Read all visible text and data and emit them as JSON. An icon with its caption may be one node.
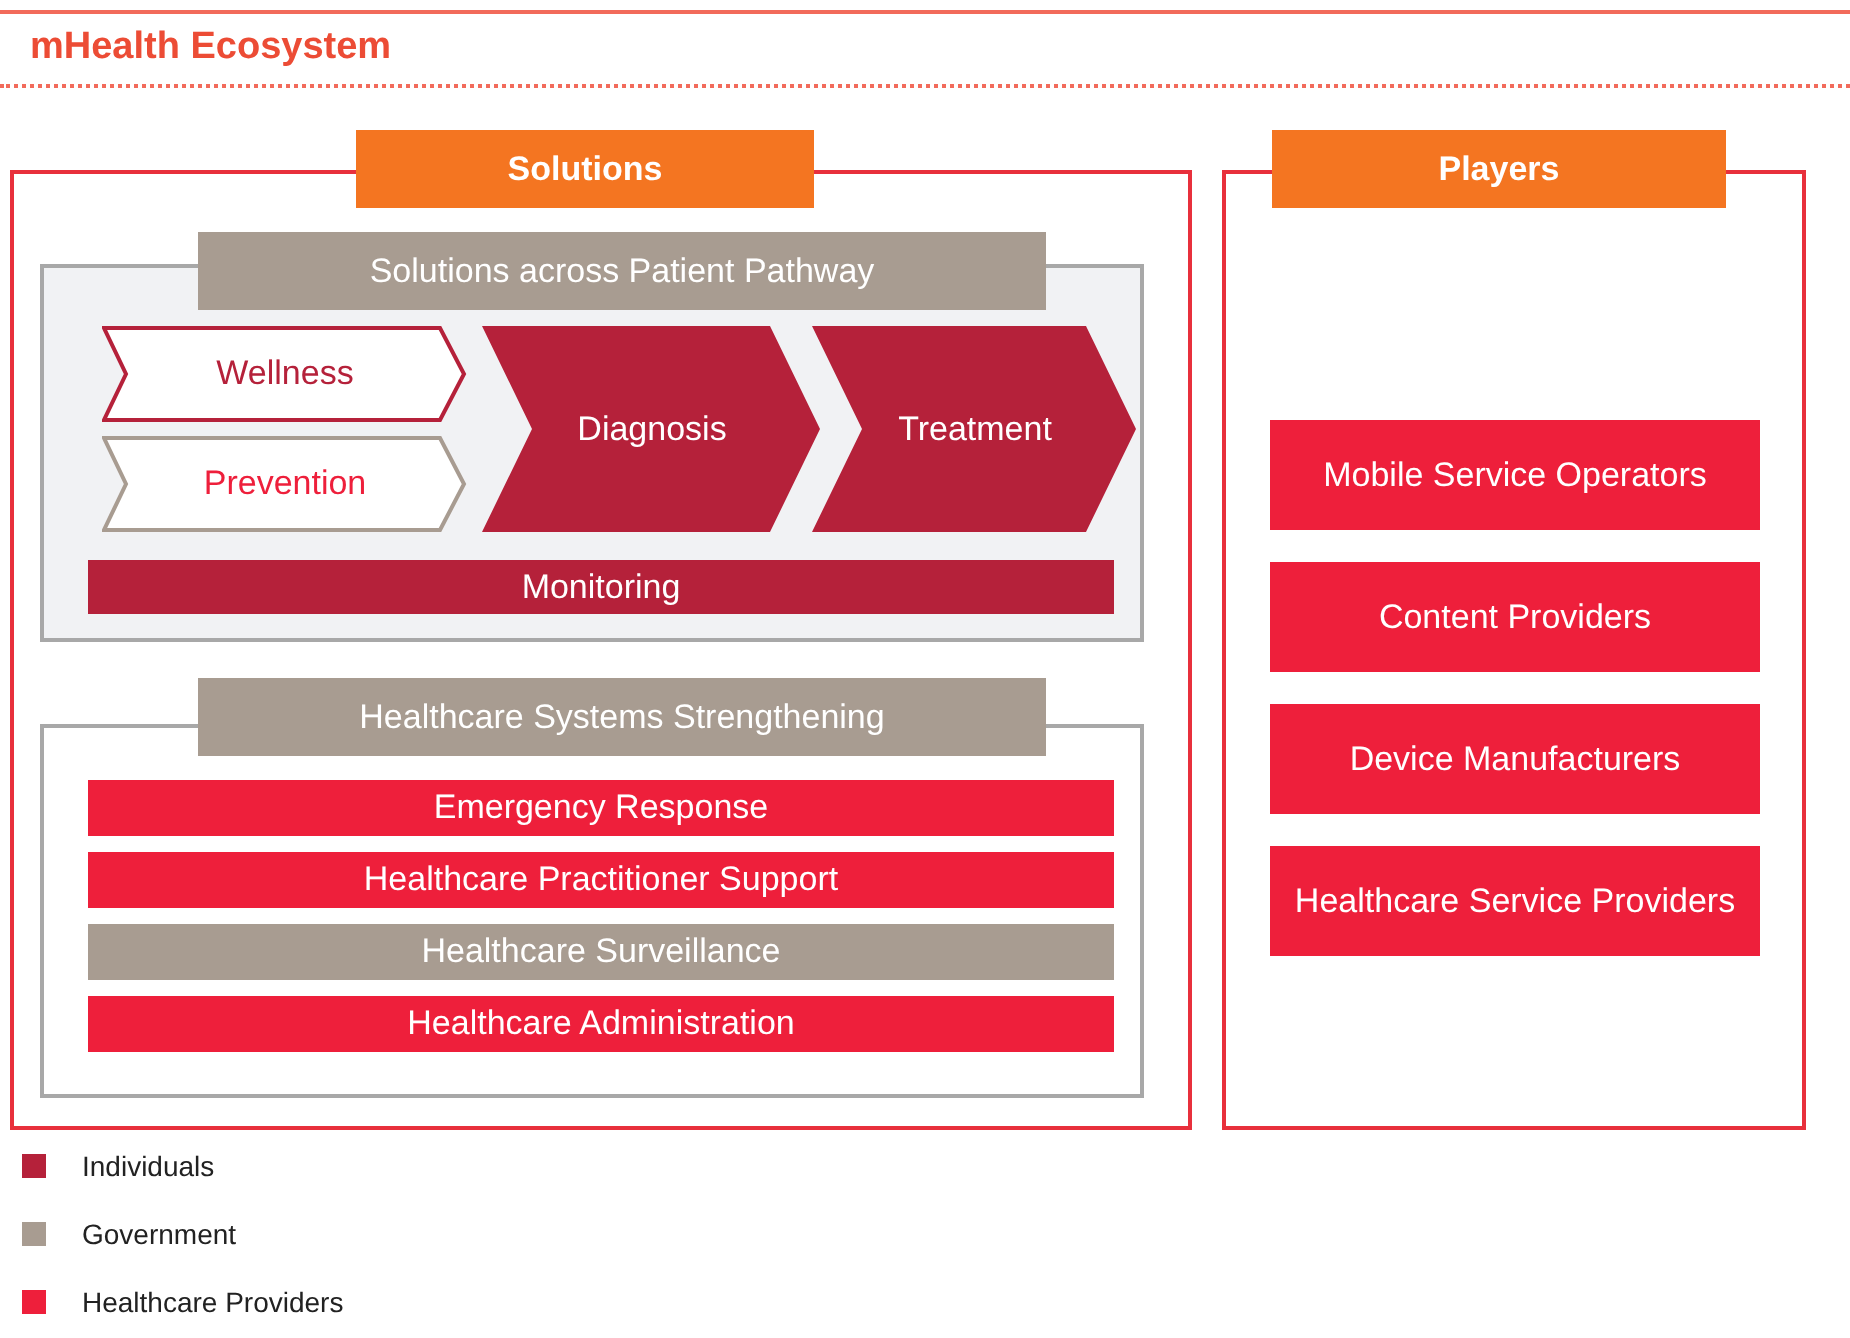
{
  "diagram": {
    "title": "mHealth Ecosystem",
    "nodes": [
      {
        "text": [
          "Solutions"
        ]
      },
      {
        "text": [
          "Solutions across Patient Pathway"
        ],
        "in": 0
      },
      {
        "text": [
          "Wellness"
        ],
        "in": 1
      },
      {
        "text": [
          "Prevention"
        ],
        "in": 1
      },
      {
        "text": [
          "Diagnosis"
        ],
        "in": 1
      },
      {
        "text": [
          "Treatment"
        ],
        "in": 1
      },
      {
        "text": [
          "Monitoring"
        ],
        "in": 1
      },
      {
        "text": [
          "Healthcare Systems Strengthening"
        ],
        "in": 0
      },
      {
        "text": [
          "Emergency Response"
        ],
        "in": 7
      },
      {
        "text": [
          "Healthcare Practitioner Support"
        ],
        "in": 7
      },
      {
        "text": [
          "Healthcare Surveillance"
        ],
        "in": 7
      },
      {
        "text": [
          "Healthcare Administration"
        ],
        "in": 7
      },
      {
        "text": [
          "Players"
        ]
      },
      {
        "text": [
          "Mobile Service Operators"
        ],
        "in": 12
      },
      {
        "text": [
          "Content Providers"
        ],
        "in": 12
      },
      {
        "text": [
          "Device Manufacturers"
        ],
        "in": 12
      },
      {
        "text": [
          "Healthcare Service Providers"
        ],
        "in": 12
      }
    ],
    "legend": [
      {
        "text": "Individuals",
        "color": "#b5213a"
      },
      {
        "text": "Government",
        "color": "#a89c91"
      },
      {
        "text": "Healthcare Providers",
        "color": "#ee1f3b"
      }
    ]
  }
}
